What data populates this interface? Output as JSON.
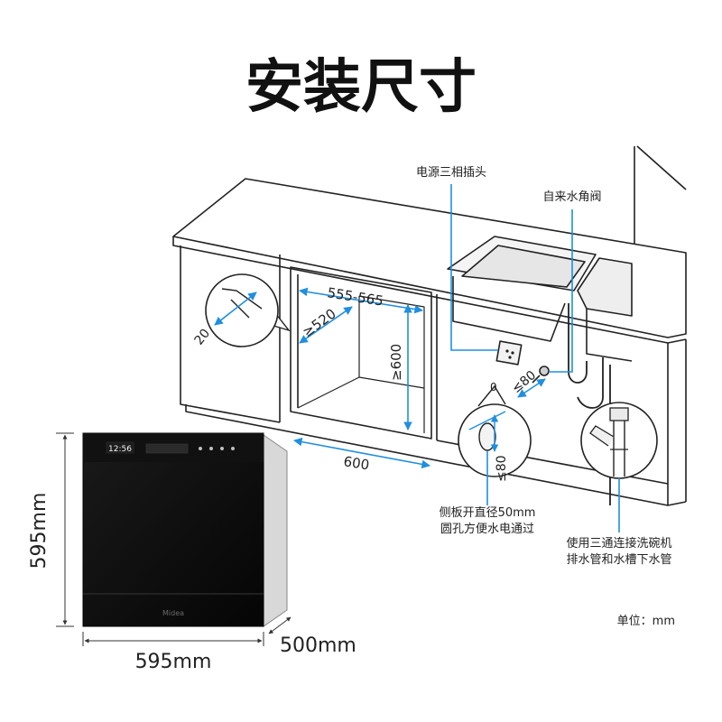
{
  "title": "安装尺寸",
  "unit_note": "单位：mm",
  "callouts": {
    "power_plug": "电源三相插头",
    "water_valve": "自来水角阀",
    "side_hole_line1": "侧板开直径50mm",
    "side_hole_line2": "圆孔方便水电通过",
    "tee_line1": "使用三通连接洗碗机",
    "tee_line2": "排水管和水槽下水管"
  },
  "cabinet_dims": {
    "width": "555-565",
    "depth": "≥520",
    "height": "≥600",
    "bay_width": "600",
    "side_gap": "20",
    "plug_offset": "≤80",
    "hole_offset": "≤80"
  },
  "appliance_dims": {
    "height": "595mm",
    "width": "595mm",
    "depth": "500mm"
  },
  "appliance": {
    "display_text": "12:56",
    "brand": "Midea"
  },
  "colors": {
    "accent_blue": "#1f8fe0",
    "line_dark": "#222222",
    "appliance_body": "#0a0a0a"
  }
}
